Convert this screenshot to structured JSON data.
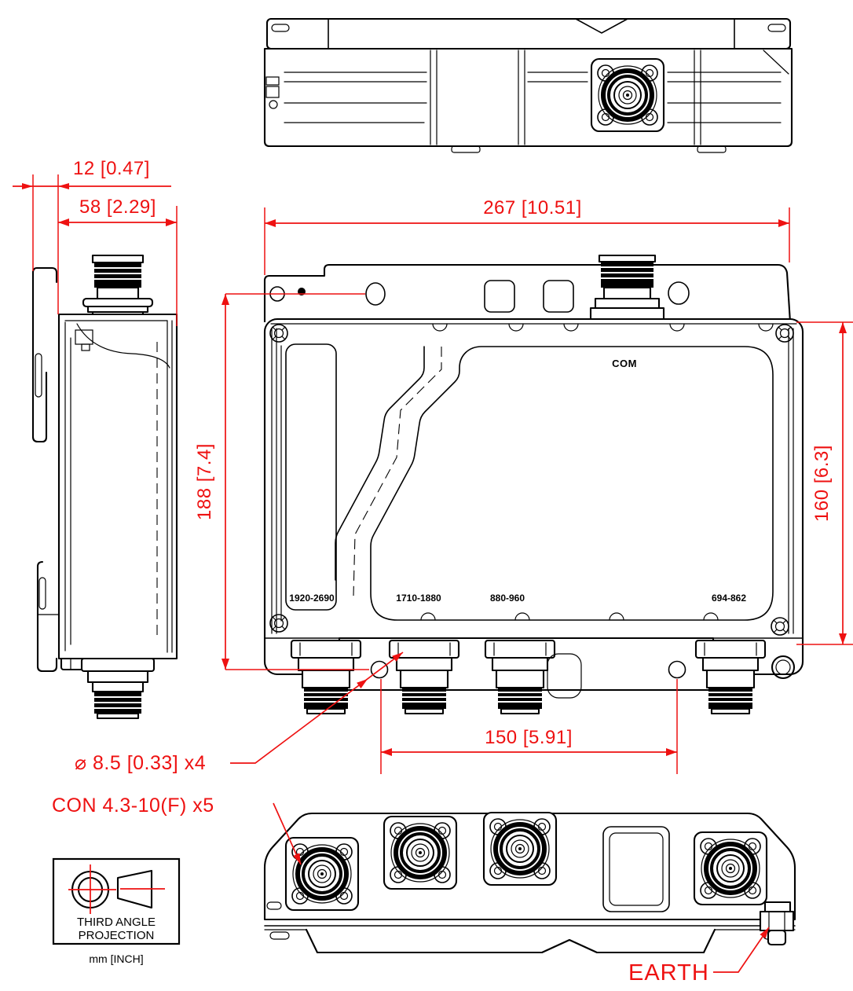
{
  "colors": {
    "dimension_red": "#ee1111",
    "line_black": "#000000",
    "background": "#ffffff"
  },
  "dimensions": {
    "bracket_offset": "12 [0.47]",
    "side_width": "58 [2.29]",
    "overall_width": "267 [10.51]",
    "mount_height": "188 [7.4]",
    "body_height": "160 [6.3]",
    "port_spacing": "150 [5.91]"
  },
  "callouts": {
    "mount_holes": "⌀ 8.5 [0.33] x4",
    "connectors": "CON 4.3-10(F) x5",
    "earth": "EARTH"
  },
  "port_labels": {
    "com": "COM",
    "bands": [
      "1920-2690",
      "1710-1880",
      "880-960",
      "694-862"
    ]
  },
  "projection": {
    "title_line1": "THIRD ANGLE",
    "title_line2": "PROJECTION",
    "units": "mm [INCH]"
  }
}
